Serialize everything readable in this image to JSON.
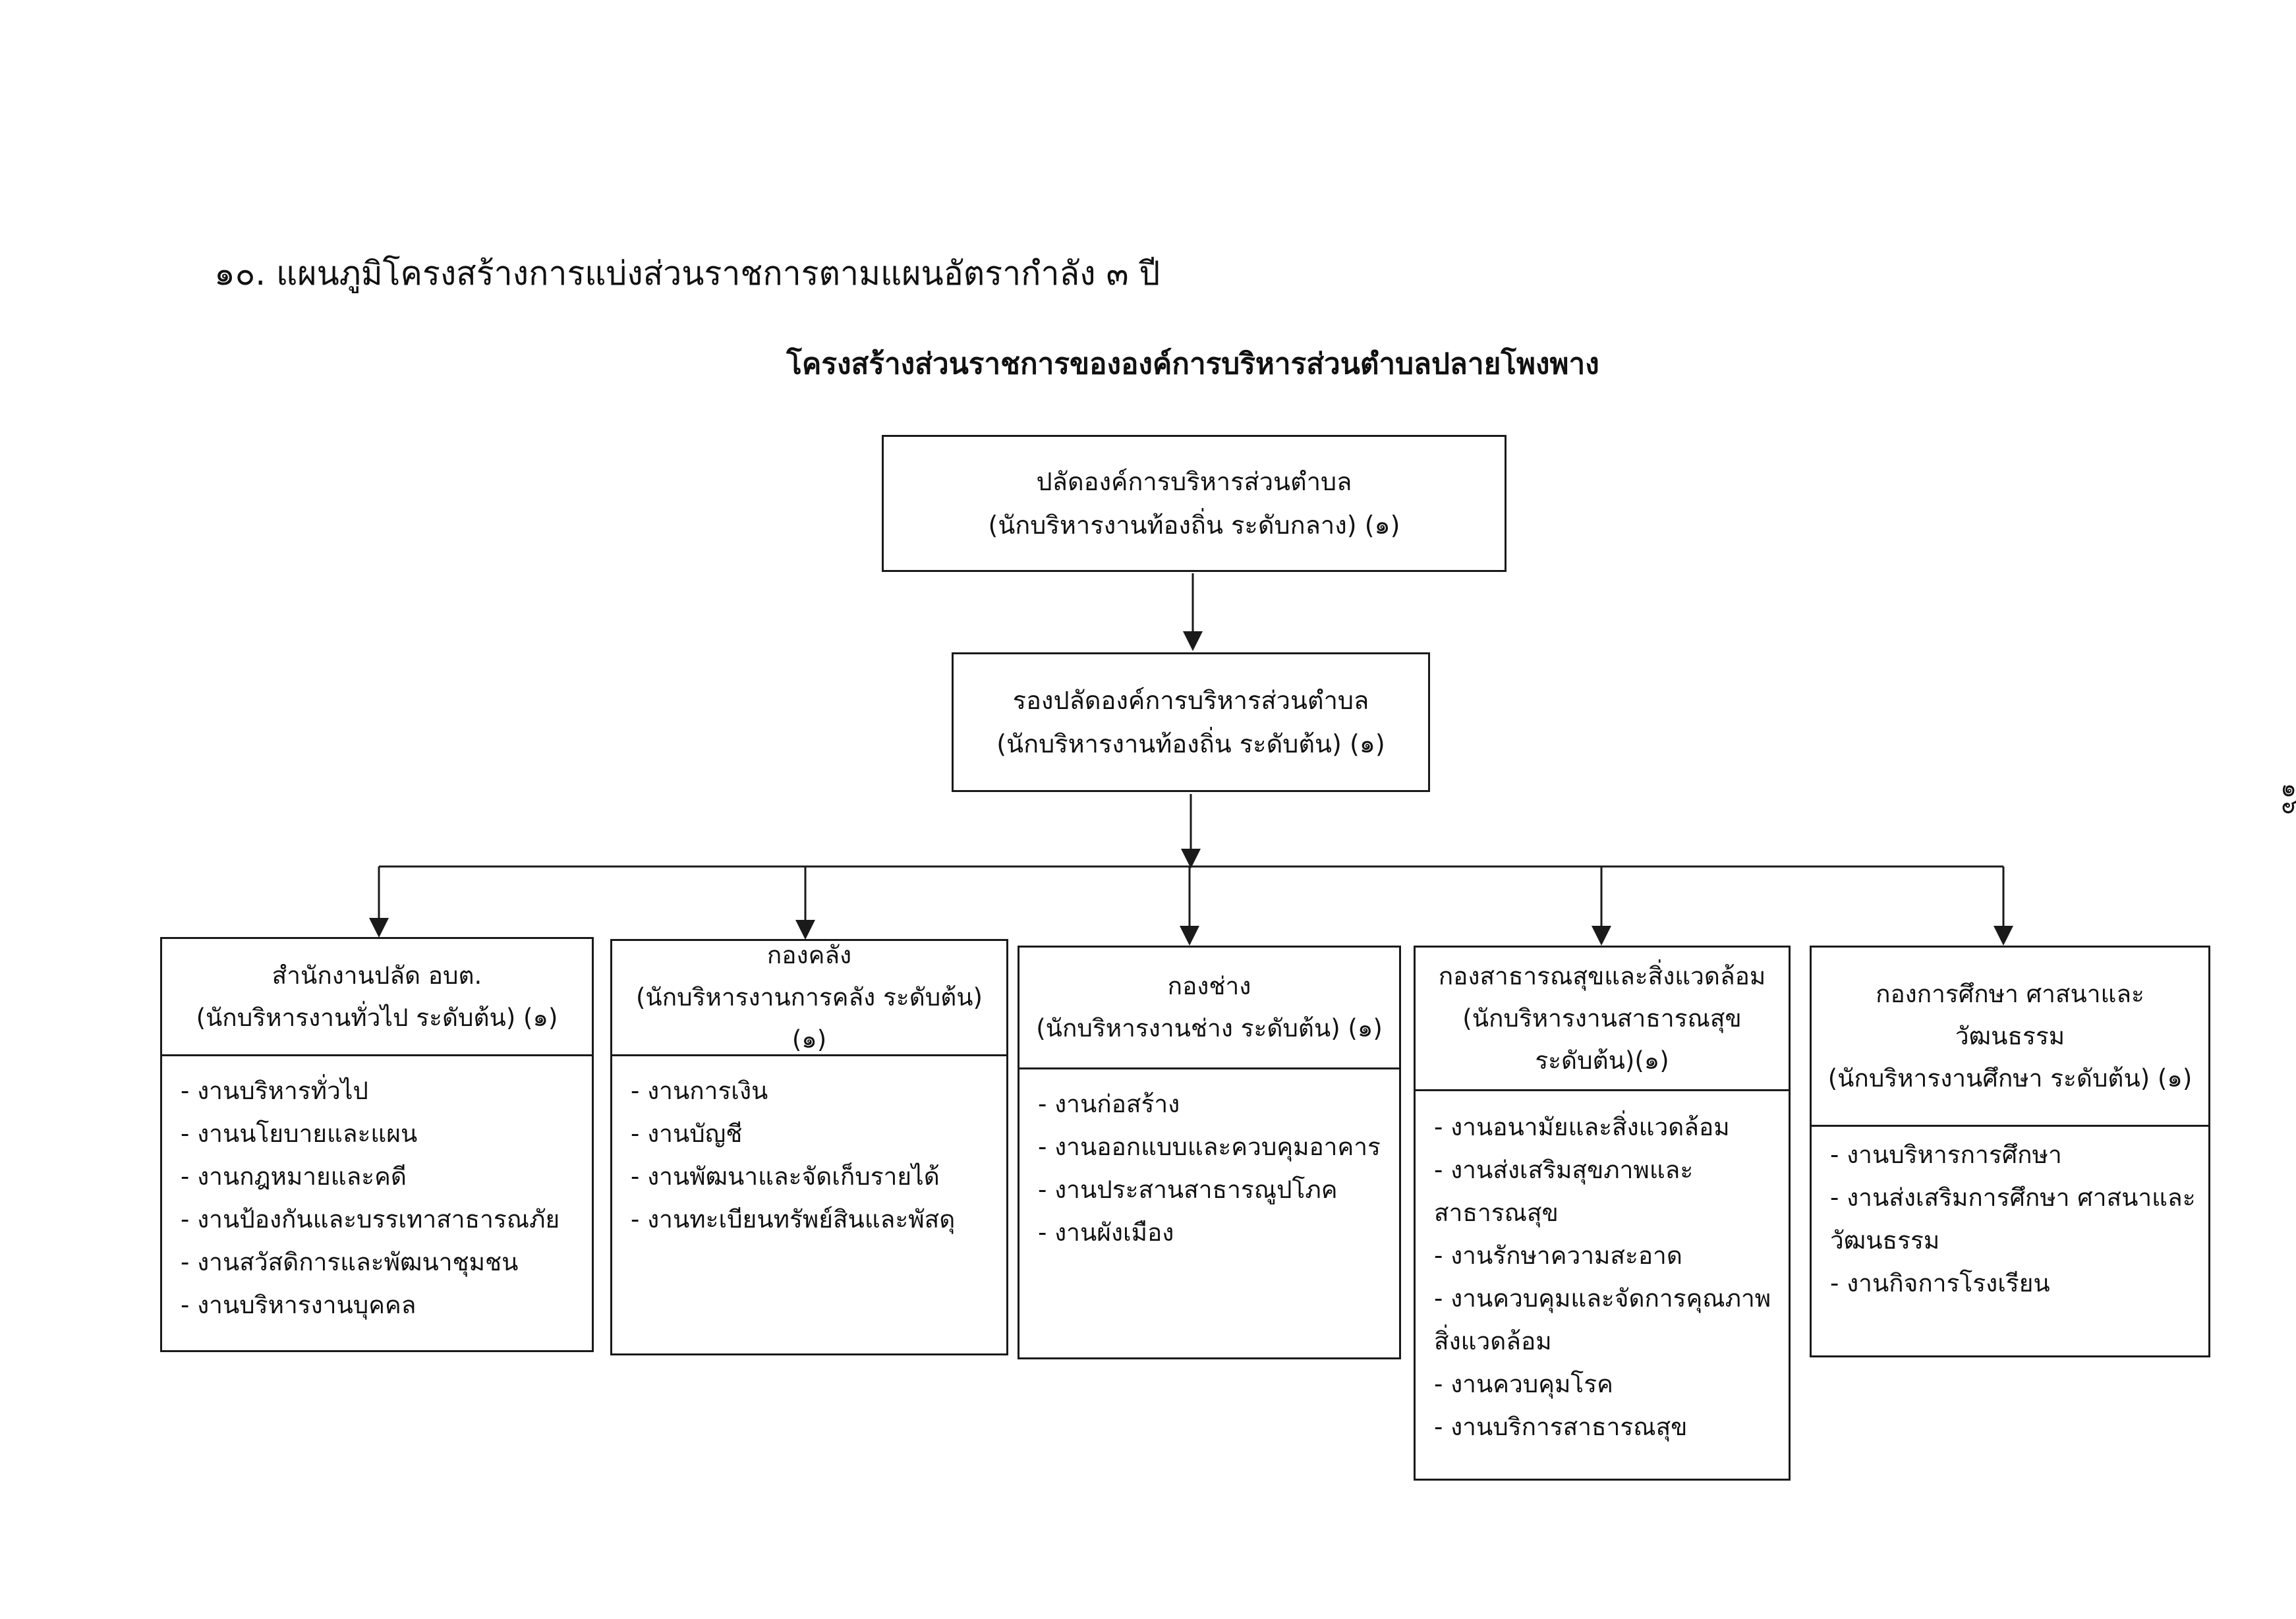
{
  "heading": "๑๐. แผนภูมิโครงสร้างการแบ่งส่วนราชการตามแผนอัตรากำลัง ๓ ปี",
  "subheading": "โครงสร้างส่วนราชการขององค์การบริหารส่วนตำบลปลายโพงพาง",
  "page_number": "๑๖",
  "top": {
    "title": "ปลัดองค์การบริหารส่วนตำบล",
    "subtitle": "(นักบริหารงานท้องถิ่น ระดับกลาง) (๑)"
  },
  "deputy": {
    "title": "รองปลัดองค์การบริหารส่วนตำบล",
    "subtitle": "(นักบริหารงานท้องถิ่น ระดับต้น) (๑)"
  },
  "departments": [
    {
      "lines": [
        "สำนักงานปลัด อบต.",
        "(นักบริหารงานทั่วไป ระดับต้น) (๑)"
      ],
      "tasks": [
        "- งานบริหารทั่วไป",
        "- งานนโยบายและแผน",
        "- งานกฎหมายและคดี",
        "- งานป้องกันและบรรเทาสาธารณภัย",
        "- งานสวัสดิการและพัฒนาชุมชน",
        "- งานบริหารงานบุคคล"
      ]
    },
    {
      "lines": [
        "กองคลัง",
        "(นักบริหารงานการคลัง ระดับต้น)(๑)"
      ],
      "tasks": [
        "- งานการเงิน",
        "- งานบัญชี",
        "- งานพัฒนาและจัดเก็บรายได้",
        "- งานทะเบียนทรัพย์สินและพัสดุ"
      ]
    },
    {
      "lines": [
        "กองช่าง",
        "(นักบริหารงานช่าง ระดับต้น) (๑)"
      ],
      "tasks": [
        "- งานก่อสร้าง",
        "- งานออกแบบและควบคุมอาคาร",
        "- งานประสานสาธารณูปโภค",
        "- งานผังเมือง"
      ]
    },
    {
      "lines": [
        "กองสาธารณสุขและสิ่งแวดล้อม",
        "(นักบริหารงานสาธารณสุข",
        "ระดับต้น)(๑)"
      ],
      "tasks": [
        "- งานอนามัยและสิ่งแวดล้อม",
        "- งานส่งเสริมสุขภาพและ",
        "สาธารณสุข",
        "- งานรักษาความสะอาด",
        "- งานควบคุมและจัดการคุณภาพ",
        "สิ่งแวดล้อม",
        "- งานควบคุมโรค",
        "- งานบริการสาธารณสุข"
      ]
    },
    {
      "lines": [
        "กองการศึกษา ศาสนาและ",
        "วัฒนธรรม",
        "(นักบริหารงานศึกษา ระดับต้น) (๑)"
      ],
      "tasks": [
        "- งานบริหารการศึกษา",
        "- งานส่งเสริมการศึกษา ศาสนาและ",
        "วัฒนธรรม",
        "- งานกิจการโรงเรียน"
      ]
    }
  ]
}
